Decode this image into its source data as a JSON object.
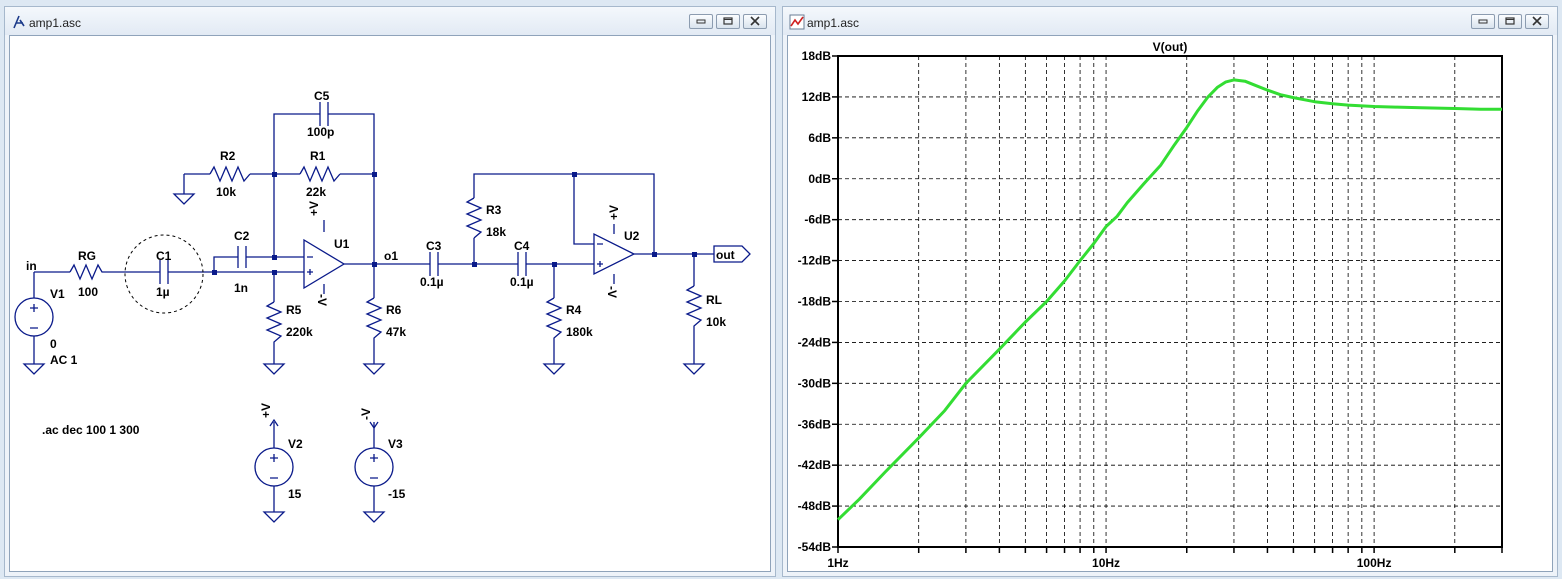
{
  "schematic_window": {
    "title": "amp1.asc",
    "icon": "schematic-icon",
    "buttons": [
      "minimize-icon",
      "restore-icon",
      "close-icon"
    ],
    "wire_color": "#0a1a8a",
    "labels": {
      "in": "in",
      "v1": "V1",
      "v1_dc": "0",
      "v1_ac": "AC 1",
      "rg": "RG",
      "rg_val": "100",
      "c1": "C1",
      "c1_val": "1µ",
      "c2": "C2",
      "c2_val": "1n",
      "r2": "R2",
      "r2_val": "10k",
      "r1": "R1",
      "r1_val": "22k",
      "c5": "C5",
      "c5_val": "100p",
      "u1": "U1",
      "u1_vp": "+V",
      "u1_vn": "-V",
      "r5": "R5",
      "r5_val": "220k",
      "r6": "R6",
      "r6_val": "47k",
      "o1": "o1",
      "c3": "C3",
      "c3_val": "0.1µ",
      "r3": "R3",
      "r3_val": "18k",
      "c4": "C4",
      "c4_val": "0.1µ",
      "r4": "R4",
      "r4_val": "180k",
      "u2": "U2",
      "u2_vp": "+V",
      "u2_vn": "-V",
      "rl": "RL",
      "rl_val": "10k",
      "out": "out",
      "directive": ".ac dec 100 1 300",
      "v2": "V2",
      "v2_val": "15",
      "v2_net": "+V",
      "v3": "V3",
      "v3_val": "-15",
      "v3_net": "-V"
    }
  },
  "plot_window": {
    "title": "amp1.asc",
    "icon": "waveform-icon",
    "buttons": [
      "minimize-icon",
      "restore-icon",
      "close-icon"
    ],
    "chart_data": {
      "type": "line",
      "title": "",
      "trace_label": "V(out)",
      "trace_color": "#33dd33",
      "x_scale": "log",
      "xlim": [
        1,
        300
      ],
      "ylim": [
        -54,
        18
      ],
      "grid": true,
      "x_ticks": [
        {
          "value": 1,
          "label": "1Hz"
        },
        {
          "value": 10,
          "label": "10Hz"
        },
        {
          "value": 100,
          "label": "100Hz"
        }
      ],
      "y_ticks": [
        {
          "value": 18,
          "label": "18dB"
        },
        {
          "value": 12,
          "label": "12dB"
        },
        {
          "value": 6,
          "label": "6dB"
        },
        {
          "value": 0,
          "label": "0dB"
        },
        {
          "value": -6,
          "label": "-6dB"
        },
        {
          "value": -12,
          "label": "-12dB"
        },
        {
          "value": -18,
          "label": "-18dB"
        },
        {
          "value": -24,
          "label": "-24dB"
        },
        {
          "value": -30,
          "label": "-30dB"
        },
        {
          "value": -36,
          "label": "-36dB"
        },
        {
          "value": -42,
          "label": "-42dB"
        },
        {
          "value": -48,
          "label": "-48dB"
        },
        {
          "value": -54,
          "label": "-54dB"
        }
      ],
      "series": [
        {
          "name": "V(out)",
          "x": [
            1,
            1.2,
            1.5,
            2,
            2.5,
            3,
            4,
            5,
            6,
            7,
            8,
            9,
            10,
            11,
            12,
            14,
            16,
            18,
            20,
            22,
            24,
            26,
            28,
            30,
            33,
            36,
            40,
            45,
            50,
            60,
            70,
            80,
            100,
            120,
            150,
            200,
            250,
            300
          ],
          "y": [
            -50,
            -47,
            -43,
            -38,
            -34,
            -30,
            -25,
            -21,
            -18,
            -15,
            -12,
            -9.5,
            -7,
            -5.5,
            -3.5,
            -0.5,
            2,
            5,
            7.5,
            10,
            12,
            13.4,
            14.2,
            14.5,
            14.3,
            13.7,
            13,
            12.3,
            11.9,
            11.3,
            11,
            10.8,
            10.6,
            10.5,
            10.4,
            10.3,
            10.2,
            10.2
          ]
        }
      ]
    }
  }
}
